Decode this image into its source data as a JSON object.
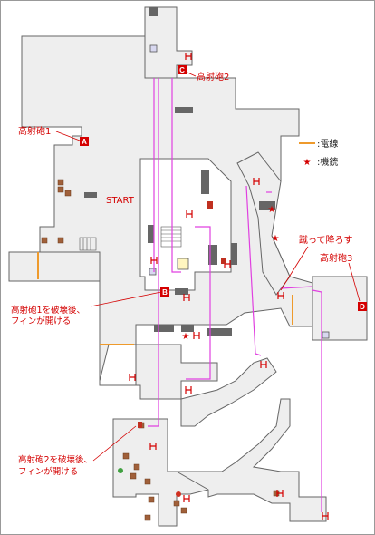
{
  "labels": {
    "start": "START",
    "cannon1": "高射砲1",
    "cannon2": "高射砲2",
    "cannon3": "高射砲3",
    "kick_down": "蹴って降ろす",
    "after1_line1": "高射砲1を破壊後、",
    "after1_line2": "フィンが開ける",
    "after2_line1": "高射砲2を破壊後、",
    "after2_line2": "フィンが開ける"
  },
  "markers": {
    "A": "A",
    "B": "B",
    "C": "C",
    "D": "D"
  },
  "legend": {
    "wire": ":電線",
    "gun": ":機銃"
  },
  "colors": {
    "floor": "#eeeeee",
    "wall": "#666666",
    "route": "#e040e0",
    "wire": "#ee9a2c",
    "accent_red": "#d40000",
    "crate": "#a0603a"
  }
}
